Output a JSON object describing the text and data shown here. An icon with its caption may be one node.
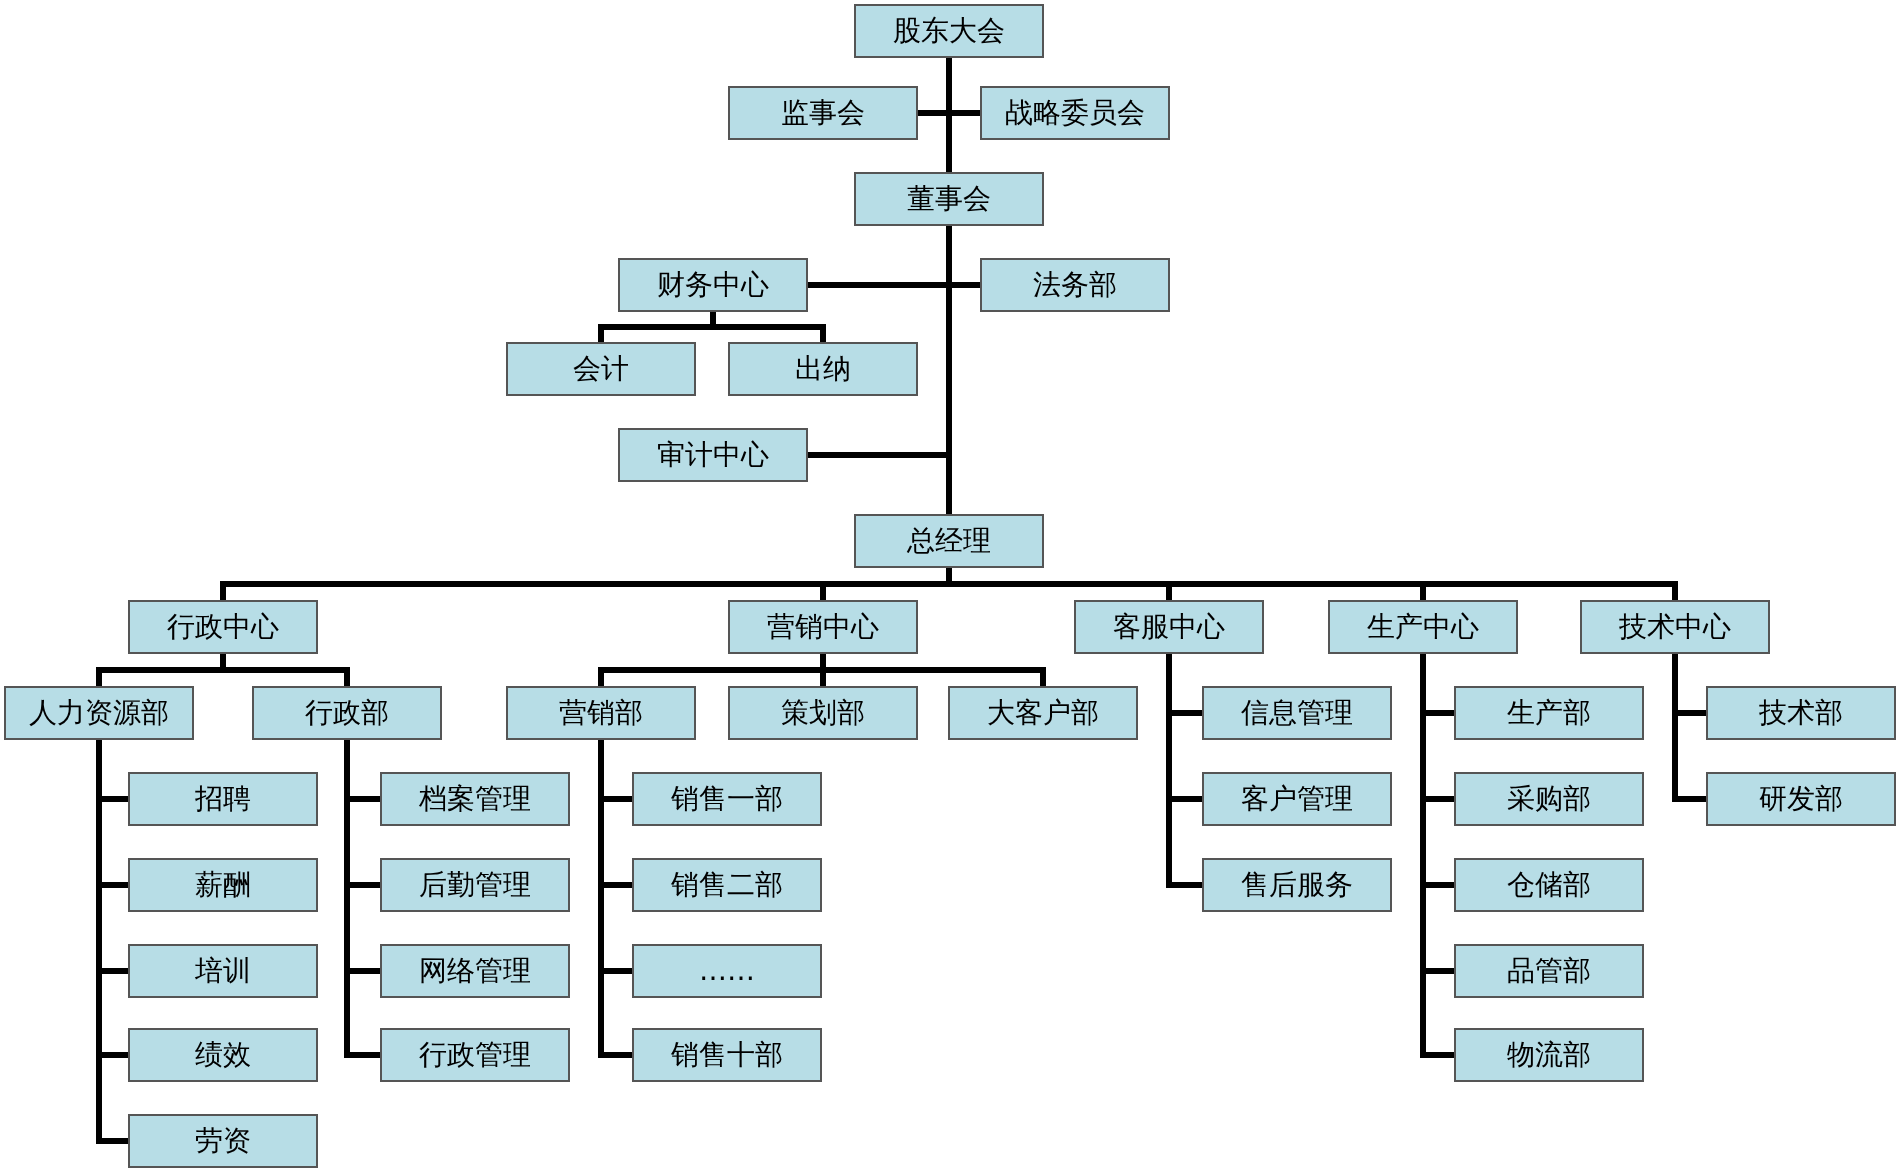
{
  "diagram": {
    "nodes": [
      {
        "text": [
          "股东大会"
        ]
      },
      {
        "text": [
          "监事会"
        ]
      },
      {
        "text": [
          "战略委员会"
        ]
      },
      {
        "text": [
          "董事会"
        ]
      },
      {
        "text": [
          "财务中心"
        ]
      },
      {
        "text": [
          "法务部"
        ]
      },
      {
        "text": [
          "会计"
        ]
      },
      {
        "text": [
          "出纳"
        ]
      },
      {
        "text": [
          "审计中心"
        ]
      },
      {
        "text": [
          "总经理"
        ]
      },
      {
        "text": [
          "行政中心"
        ]
      },
      {
        "text": [
          "营销中心"
        ]
      },
      {
        "text": [
          "客服中心"
        ]
      },
      {
        "text": [
          "生产中心"
        ]
      },
      {
        "text": [
          "技术中心"
        ]
      },
      {
        "text": [
          "人力资源部"
        ]
      },
      {
        "text": [
          "行政部"
        ]
      },
      {
        "text": [
          "营销部"
        ]
      },
      {
        "text": [
          "策划部"
        ]
      },
      {
        "text": [
          "大客户部"
        ]
      },
      {
        "text": [
          "信息管理"
        ]
      },
      {
        "text": [
          "生产部"
        ]
      },
      {
        "text": [
          "技术部"
        ]
      },
      {
        "text": [
          "招聘"
        ]
      },
      {
        "text": [
          "档案管理"
        ]
      },
      {
        "text": [
          "销售一部"
        ]
      },
      {
        "text": [
          "客户管理"
        ]
      },
      {
        "text": [
          "采购部"
        ]
      },
      {
        "text": [
          "研发部"
        ]
      },
      {
        "text": [
          "薪酬"
        ]
      },
      {
        "text": [
          "后勤管理"
        ]
      },
      {
        "text": [
          "销售二部"
        ]
      },
      {
        "text": [
          "售后服务"
        ]
      },
      {
        "text": [
          "仓储部"
        ]
      },
      {
        "text": [
          "培训"
        ]
      },
      {
        "text": [
          "网络管理"
        ]
      },
      {
        "text": [
          "……"
        ]
      },
      {
        "text": [
          "品管部"
        ]
      },
      {
        "text": [
          "绩效"
        ]
      },
      {
        "text": [
          "行政管理"
        ]
      },
      {
        "text": [
          "物流部"
        ]
      },
      {
        "text": [
          "劳资"
        ]
      },
      {
        "text": [
          "销售十部"
        ]
      }
    ],
    "edges": [
      {
        "from": 0,
        "to": 1,
        "arrow": "none"
      },
      {
        "from": 0,
        "to": 2,
        "arrow": "none"
      },
      {
        "from": 0,
        "to": 3,
        "arrow": "none"
      },
      {
        "from": 3,
        "to": 4,
        "arrow": "none"
      },
      {
        "from": 3,
        "to": 5,
        "arrow": "none"
      },
      {
        "from": 4,
        "to": 6,
        "arrow": "none"
      },
      {
        "from": 4,
        "to": 7,
        "arrow": "none"
      },
      {
        "from": 3,
        "to": 8,
        "arrow": "none"
      },
      {
        "from": 3,
        "to": 9,
        "arrow": "none"
      },
      {
        "from": 9,
        "to": 10,
        "arrow": "none"
      },
      {
        "from": 9,
        "to": 11,
        "arrow": "none"
      },
      {
        "from": 9,
        "to": 12,
        "arrow": "none"
      },
      {
        "from": 9,
        "to": 13,
        "arrow": "none"
      },
      {
        "from": 9,
        "to": 14,
        "arrow": "none"
      },
      {
        "from": 10,
        "to": 15,
        "arrow": "none"
      },
      {
        "from": 10,
        "to": 16,
        "arrow": "none"
      },
      {
        "from": 15,
        "to": 23,
        "arrow": "none"
      },
      {
        "from": 15,
        "to": 29,
        "arrow": "none"
      },
      {
        "from": 15,
        "to": 34,
        "arrow": "none"
      },
      {
        "from": 15,
        "to": 38,
        "arrow": "none"
      },
      {
        "from": 15,
        "to": 41,
        "arrow": "none"
      },
      {
        "from": 16,
        "to": 24,
        "arrow": "none"
      },
      {
        "from": 16,
        "to": 30,
        "arrow": "none"
      },
      {
        "from": 16,
        "to": 35,
        "arrow": "none"
      },
      {
        "from": 16,
        "to": 39,
        "arrow": "none"
      },
      {
        "from": 11,
        "to": 17,
        "arrow": "none"
      },
      {
        "from": 11,
        "to": 18,
        "arrow": "none"
      },
      {
        "from": 11,
        "to": 19,
        "arrow": "none"
      },
      {
        "from": 17,
        "to": 25,
        "arrow": "none"
      },
      {
        "from": 17,
        "to": 31,
        "arrow": "none"
      },
      {
        "from": 17,
        "to": 36,
        "arrow": "none"
      },
      {
        "from": 17,
        "to": 42,
        "arrow": "none"
      },
      {
        "from": 12,
        "to": 20,
        "arrow": "none"
      },
      {
        "from": 12,
        "to": 26,
        "arrow": "none"
      },
      {
        "from": 12,
        "to": 32,
        "arrow": "none"
      },
      {
        "from": 13,
        "to": 21,
        "arrow": "none"
      },
      {
        "from": 13,
        "to": 27,
        "arrow": "none"
      },
      {
        "from": 13,
        "to": 33,
        "arrow": "none"
      },
      {
        "from": 13,
        "to": 37,
        "arrow": "none"
      },
      {
        "from": 13,
        "to": 40,
        "arrow": "none"
      },
      {
        "from": 14,
        "to": 22,
        "arrow": "none"
      },
      {
        "from": 14,
        "to": 28,
        "arrow": "none"
      }
    ]
  }
}
